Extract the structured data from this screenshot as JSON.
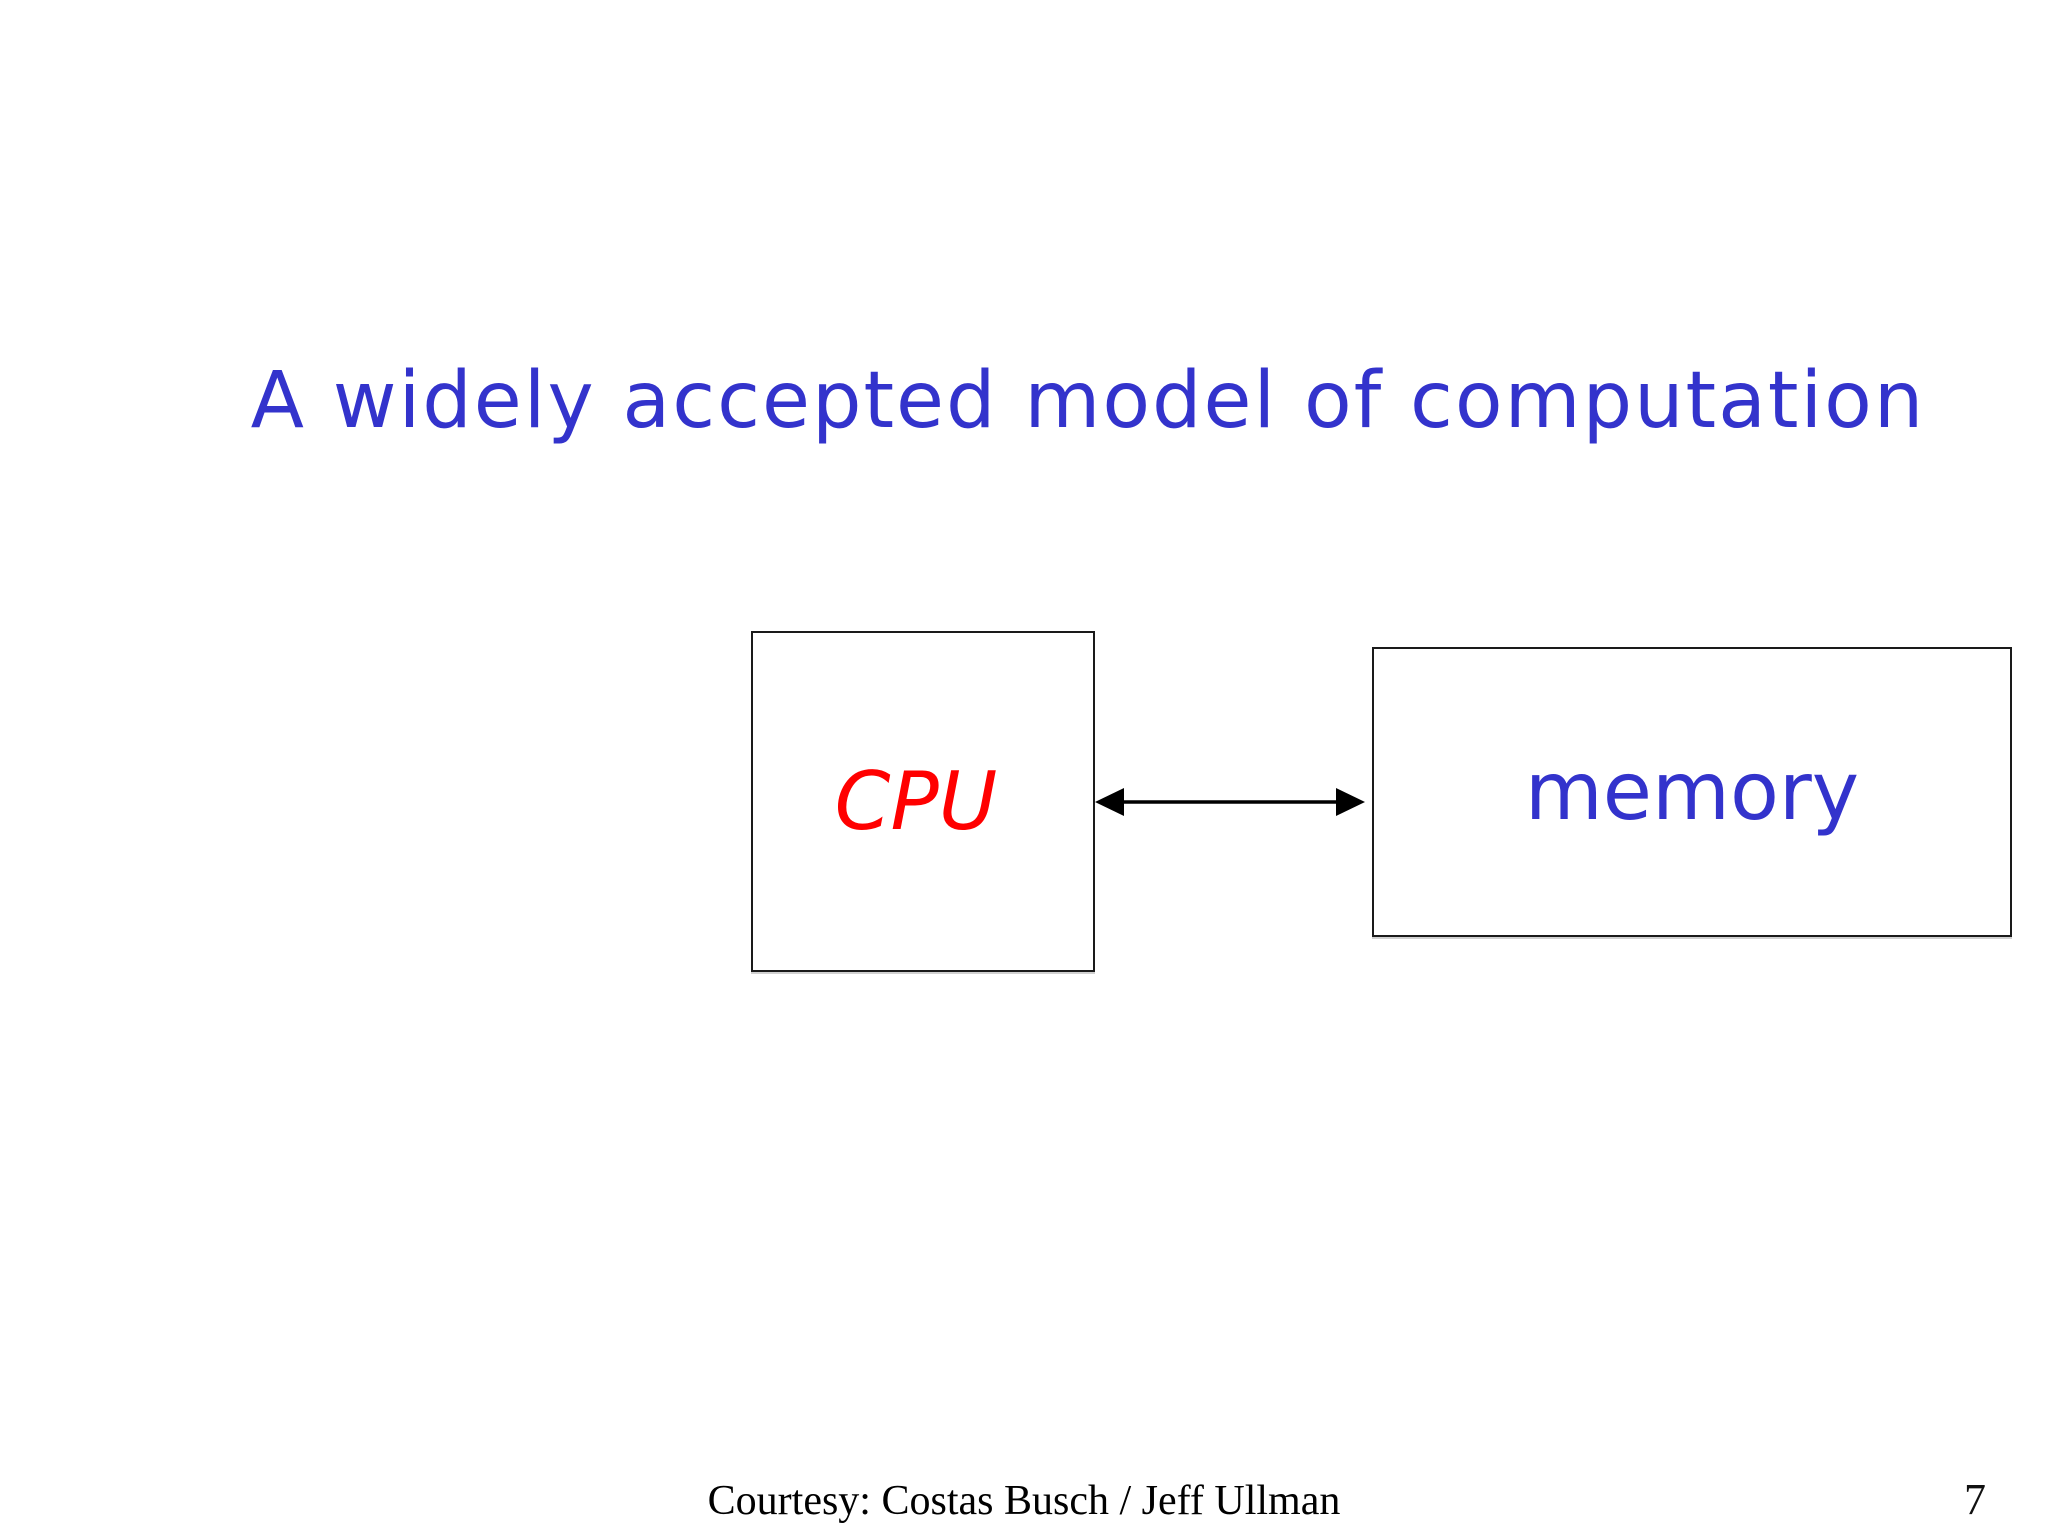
{
  "slide": {
    "title": {
      "text": "A widely accepted model of computation",
      "color": "#3333CC"
    },
    "diagram": {
      "cpu": {
        "label": "CPU",
        "label_color": "#FF0000"
      },
      "memory": {
        "label": "memory",
        "label_color": "#3333CC"
      },
      "arrow": {
        "style": "double-headed",
        "color": "#000000"
      }
    },
    "footer": {
      "courtesy": "Courtesy: Costas Busch / Jeff Ullman",
      "page_number": "7"
    }
  }
}
